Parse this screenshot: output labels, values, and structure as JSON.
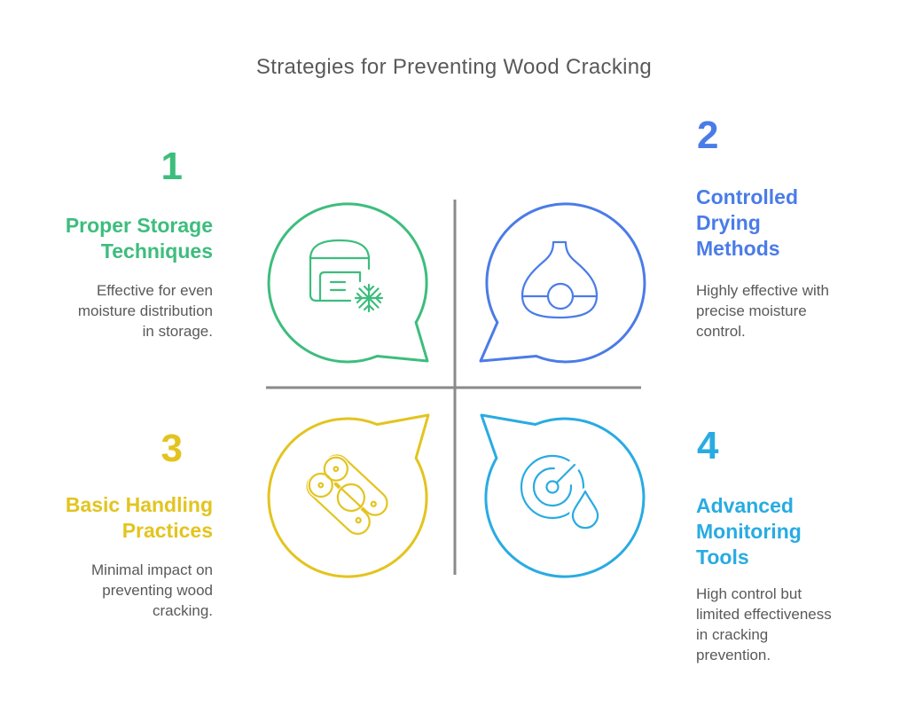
{
  "title": "Strategies for Preventing Wood Cracking",
  "colors": {
    "text": "#595959",
    "divider": "#8A8A8A"
  },
  "quadrants": [
    {
      "number": "1",
      "title": "Proper Storage\nTechniques",
      "description": "Effective for even\nmoisture distribution\nin storage.",
      "color": "#3DBD7D",
      "icon": "cold-storage-snowflake"
    },
    {
      "number": "2",
      "title": "Controlled\nDrying\nMethods",
      "description": "Highly effective with\nprecise moisture\ncontrol.",
      "color": "#4A7CE8",
      "icon": "humidifier"
    },
    {
      "number": "3",
      "title": "Basic Handling\nPractices",
      "description": "Minimal impact on\npreventing wood\ncracking.",
      "color": "#E3C41F",
      "icon": "handling-rollers"
    },
    {
      "number": "4",
      "title": "Advanced\nMonitoring\nTools",
      "description": "High control but\nlimited effectiveness\nin cracking\nprevention.",
      "color": "#29ABE2",
      "icon": "gauge-droplet"
    }
  ]
}
